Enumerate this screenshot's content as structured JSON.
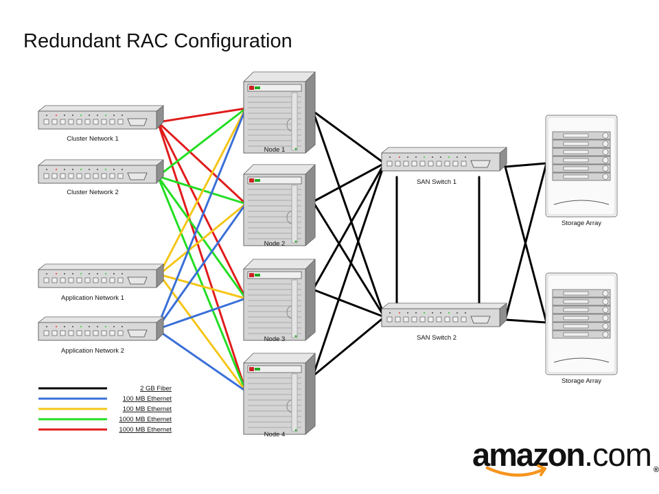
{
  "title": "Redundant RAC Configuration",
  "colors": {
    "fiber": "#000000",
    "eth100_blue": "#3a6fd8",
    "eth100_yellow": "#f5c518",
    "eth1000_green": "#22dd22",
    "eth1000_red": "#e01b1b",
    "logo_smile": "#f7941d"
  },
  "devices": {
    "cluster_network_1": "Cluster Network 1",
    "cluster_network_2": "Cluster Network 2",
    "application_network_1": "Application Network 1",
    "application_network_2": "Application Network 2",
    "node_1": "Node 1",
    "node_2": "Node 2",
    "node_3": "Node 3",
    "node_4": "Node 4",
    "san_switch_1": "SAN Switch 1",
    "san_switch_2": "SAN Switch 2",
    "storage_array_1": "Storage Array",
    "storage_array_2": "Storage Array"
  },
  "legend": {
    "fiber": "2 GB Fiber",
    "blue": "100 MB Ethernet",
    "yellow": "100 MB Ethernet",
    "green": "1000 MB Ethernet",
    "red": "1000 MB Ethernet"
  },
  "logo": {
    "brand": "amazon",
    "suffix": ".com",
    "mark": "®"
  },
  "icons": {
    "switch": "network-switch-icon",
    "server": "server-tower-icon",
    "storage": "storage-array-icon",
    "logo": "amazon-logo-icon"
  }
}
